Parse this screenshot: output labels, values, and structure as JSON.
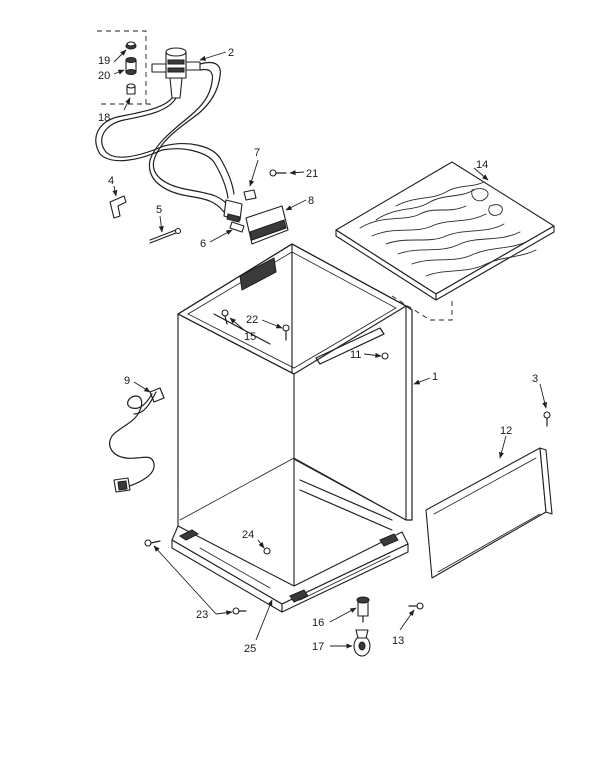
{
  "callouts": {
    "p1": "1",
    "p2": "2",
    "p3": "3",
    "p4": "4",
    "p5": "5",
    "p6": "6",
    "p7": "7",
    "p8": "8",
    "p9": "9",
    "p11": "11",
    "p12": "12",
    "p13": "13",
    "p14": "14",
    "p15": "15",
    "p16": "16",
    "p17": "17",
    "p18": "18",
    "p19": "19",
    "p20": "20",
    "p21": "21",
    "p22": "22",
    "p23": "23",
    "p24": "24",
    "p25": "25"
  }
}
